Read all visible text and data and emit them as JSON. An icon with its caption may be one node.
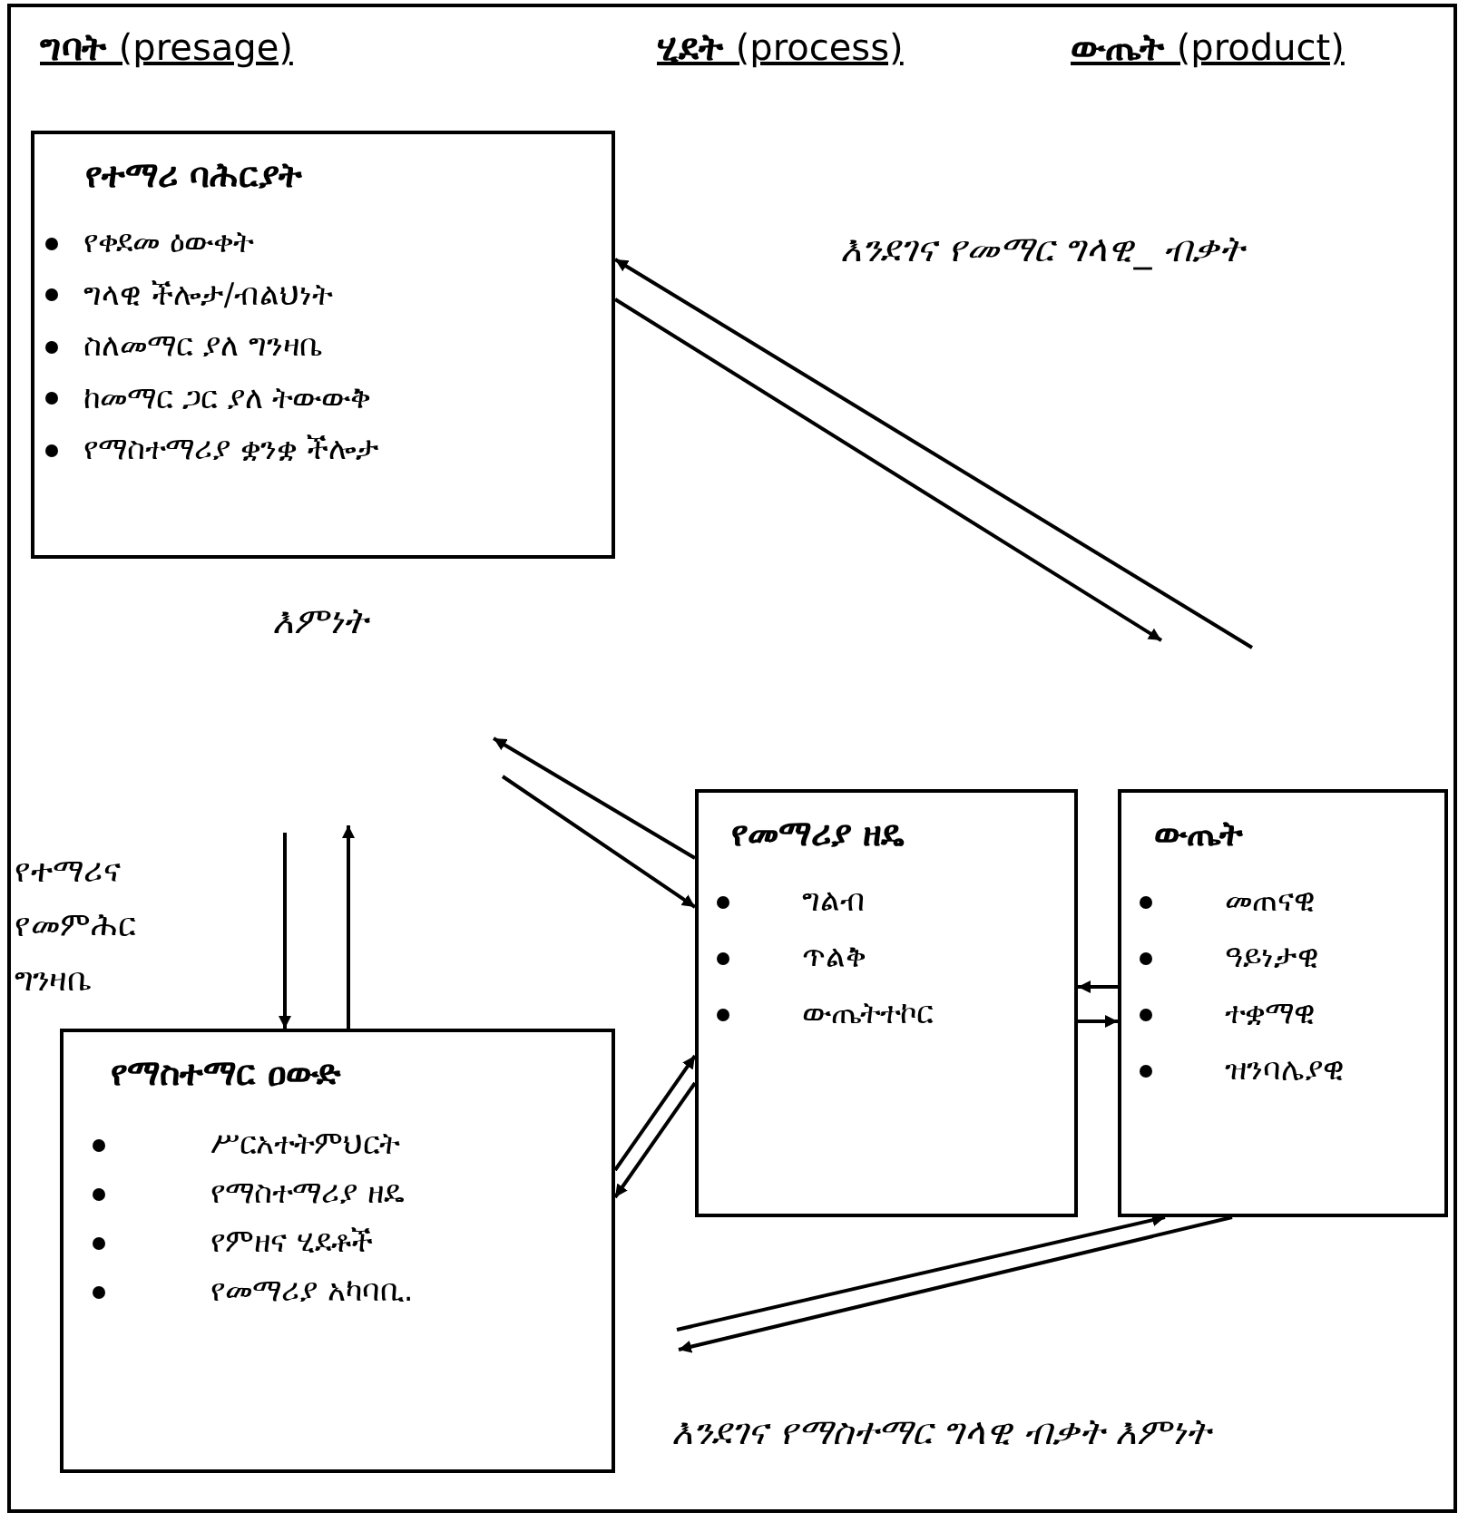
{
  "diagram": {
    "nodes": [
      {
        "text": [
          "የተማሪ ባሕርያት",
          "የቀደመ ዕውቀት",
          "ግላዊ ችሎታ/ብልህነት",
          "ስለመማር ያለ ግንዛቤ",
          "ከመማር ጋር ያለ ትውውቅ",
          "የማስተማሪያ ቋንቋ ችሎታ"
        ]
      },
      {
        "text": [
          "የማስተማር ዐውድ",
          "ሥርአተትምህርት",
          "የማስተማሪያ ዘዴ",
          "የምዘና ሂደቶች",
          "የመማሪያ አካባቢ."
        ]
      },
      {
        "text": [
          "የመማሪያ ዘዴ",
          "ግልብ",
          "ጥልቅ",
          "ውጤትተኮር"
        ]
      },
      {
        "text": [
          "ውጤት",
          "መጠናዊ",
          "ዓይነታዊ",
          "ተቋማዊ",
          "ዝንባሌያዊ"
        ]
      }
    ],
    "edges": [
      {
        "from": null,
        "to": 0,
        "arrow": "to"
      },
      {
        "from": 0,
        "to": null,
        "arrow": "to"
      },
      {
        "from": 2,
        "to": null,
        "arrow": "to"
      },
      {
        "from": null,
        "to": 2,
        "arrow": "to"
      },
      {
        "from": null,
        "to": 1,
        "arrow": "to"
      },
      {
        "from": 1,
        "to": null,
        "arrow": "to"
      },
      {
        "from": 1,
        "to": 2,
        "arrow": "to"
      },
      {
        "from": 2,
        "to": 1,
        "arrow": "to"
      },
      {
        "from": 3,
        "to": 2,
        "arrow": "to"
      },
      {
        "from": 2,
        "to": 3,
        "arrow": "to"
      },
      {
        "from": null,
        "to": 3,
        "arrow": "to"
      },
      {
        "from": 3,
        "to": null,
        "arrow": "to"
      }
    ],
    "labels": [
      "**ግባት** (presage)",
      "**ሂደት** (process)",
      "**ውጤት** (product)",
      "እንደገና የመማር ግላዊ_ ብቃት",
      "እምነት",
      "የተማሪና የመምሕር ግንዛቤ",
      "እንደገና የማስተማር ግላዊ ብቃት እምነት"
    ]
  }
}
